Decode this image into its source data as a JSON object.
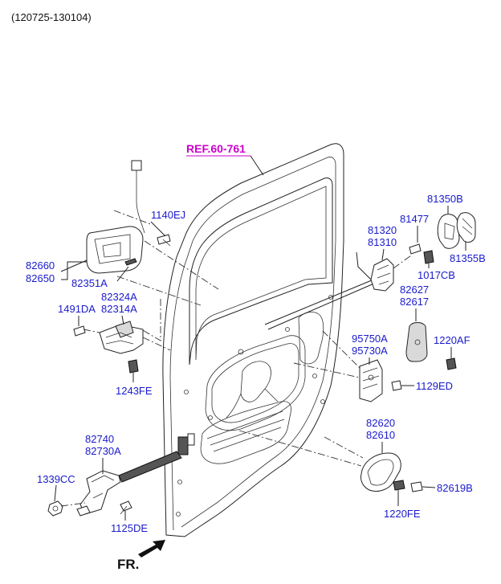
{
  "header": {
    "code": "(120725-130104)"
  },
  "ref_label": "REF.60-761",
  "direction_label": "FR.",
  "callouts": {
    "c_1140EJ": "1140EJ",
    "c_82660": "82660",
    "c_82650": "82650",
    "c_82351A": "82351A",
    "c_82324A": "82324A",
    "c_82314A": "82314A",
    "c_1491DA": "1491DA",
    "c_1243FE": "1243FE",
    "c_82740": "82740",
    "c_82730A": "82730A",
    "c_1339CC": "1339CC",
    "c_1125DE": "1125DE",
    "c_81350B": "81350B",
    "c_81477": "81477",
    "c_81320": "81320",
    "c_81310": "81310",
    "c_81355B": "81355B",
    "c_1017CB": "1017CB",
    "c_82627": "82627",
    "c_82617": "82617",
    "c_95750A": "95750A",
    "c_95730A": "95730A",
    "c_1220AF": "1220AF",
    "c_1129ED": "1129ED",
    "c_82620": "82620",
    "c_82610": "82610",
    "c_82619B": "82619B",
    "c_1220FE": "1220FE"
  },
  "colors": {
    "label": "#1a1acc",
    "ref": "#cc00cc",
    "line": "#222222"
  }
}
